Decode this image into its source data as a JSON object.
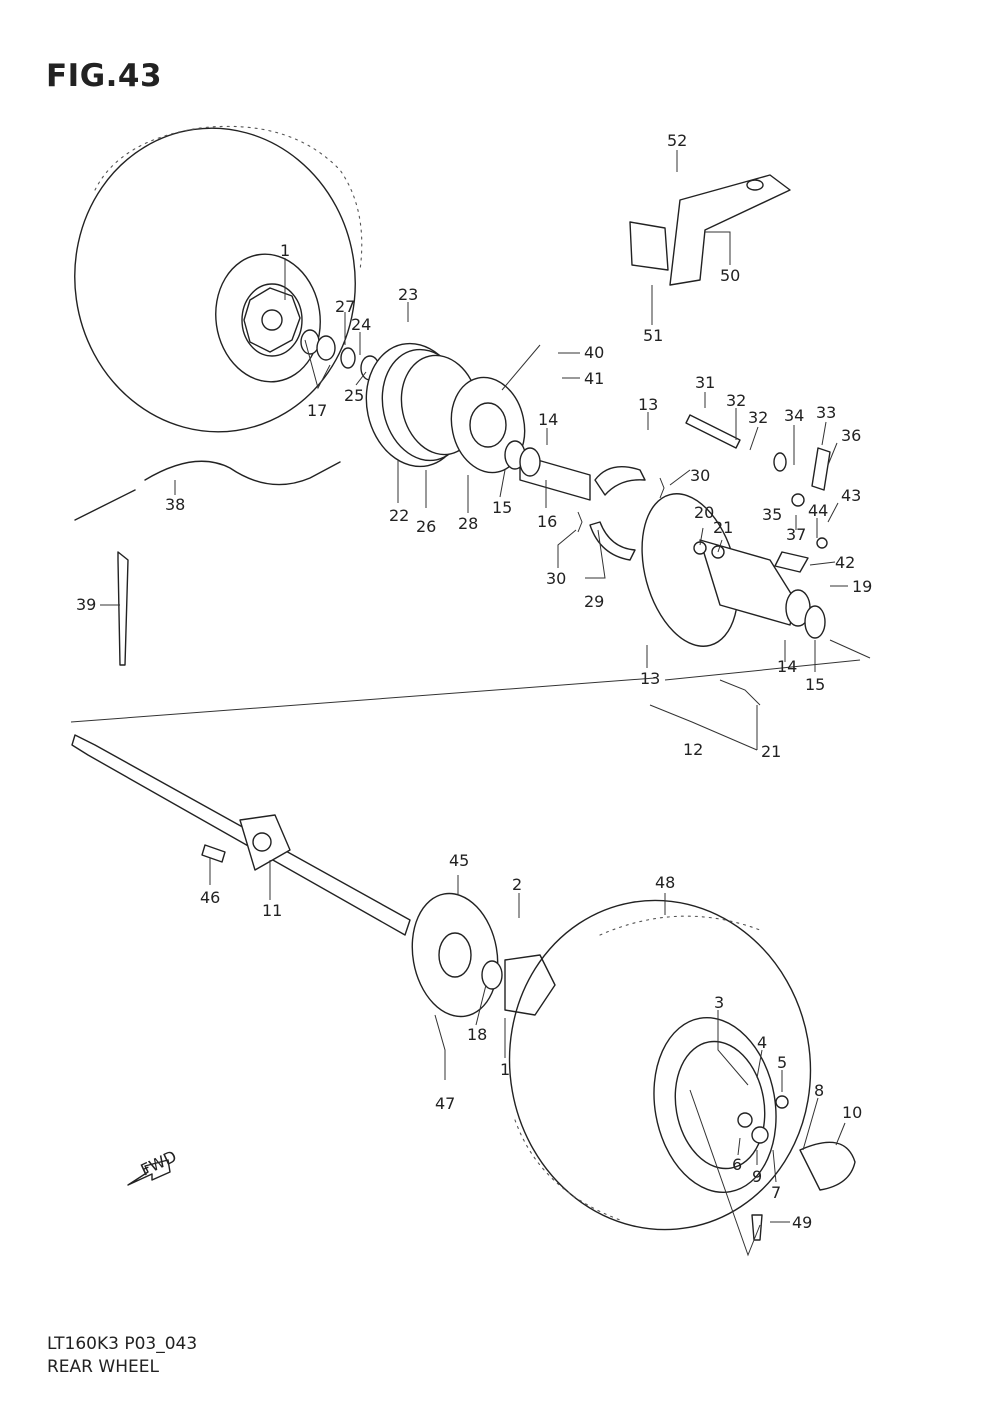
{
  "figure": {
    "title": "FIG.43",
    "model_code": "LT160K3 P03_043",
    "name": "REAR WHEEL",
    "direction_mark": "FWD"
  },
  "callouts": [
    "1",
    "2",
    "3",
    "4",
    "5",
    "6",
    "7",
    "8",
    "9",
    "10",
    "11",
    "12",
    "13",
    "14",
    "15",
    "16",
    "17",
    "18",
    "19",
    "20",
    "21",
    "22",
    "23",
    "24",
    "25",
    "26",
    "27",
    "28",
    "29",
    "30",
    "31",
    "32",
    "33",
    "34",
    "35",
    "36",
    "37",
    "38",
    "39",
    "40",
    "41",
    "42",
    "43",
    "44",
    "45",
    "46",
    "47",
    "48",
    "49",
    "50",
    "51",
    "52"
  ]
}
